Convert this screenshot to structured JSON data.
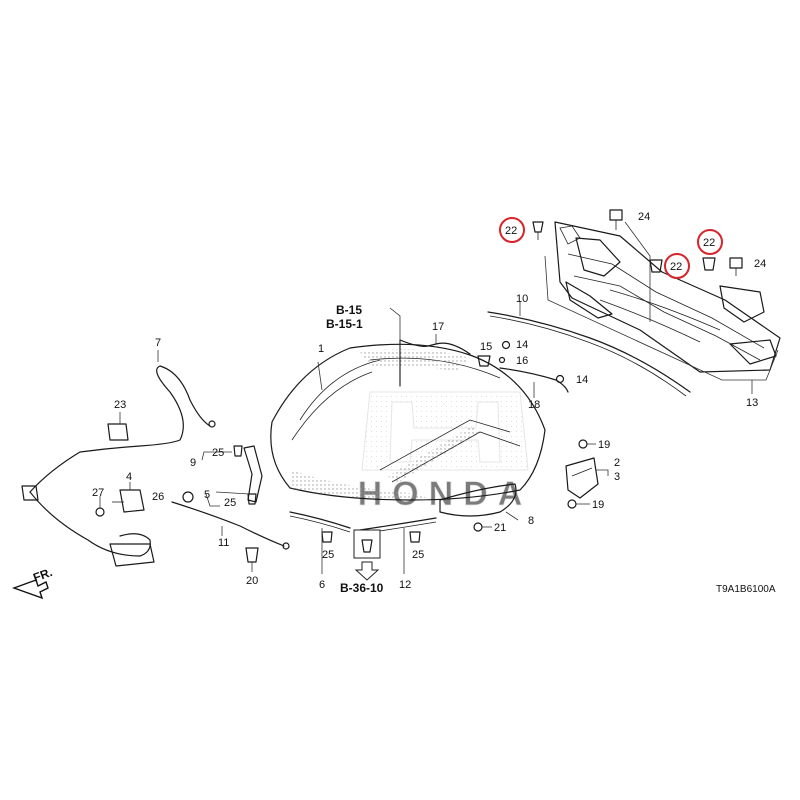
{
  "diagram": {
    "code": "T9A1B6100A",
    "direction_label": "FR.",
    "refs": {
      "b15": "B-15",
      "b151": "B-15-1",
      "b3610": "B-36-10"
    },
    "watermark": "HONDA",
    "highlight_color": "#d8232a",
    "labels": {
      "n1": "1",
      "n2": "2",
      "n3": "3",
      "n4": "4",
      "n5": "5",
      "n6": "6",
      "n7": "7",
      "n8": "8",
      "n9": "9",
      "n10": "10",
      "n11": "11",
      "n12": "12",
      "n13": "13",
      "n14a": "14",
      "n14b": "14",
      "n15": "15",
      "n16": "16",
      "n17": "17",
      "n18": "18",
      "n19a": "19",
      "n19b": "19",
      "n20": "20",
      "n21": "21",
      "n22a": "22",
      "n22b": "22",
      "n22c": "22",
      "n23": "23",
      "n24a": "24",
      "n24b": "24",
      "n25a": "25",
      "n25b": "25",
      "n25c": "25",
      "n25d": "25",
      "n26": "26",
      "n27": "27"
    }
  }
}
